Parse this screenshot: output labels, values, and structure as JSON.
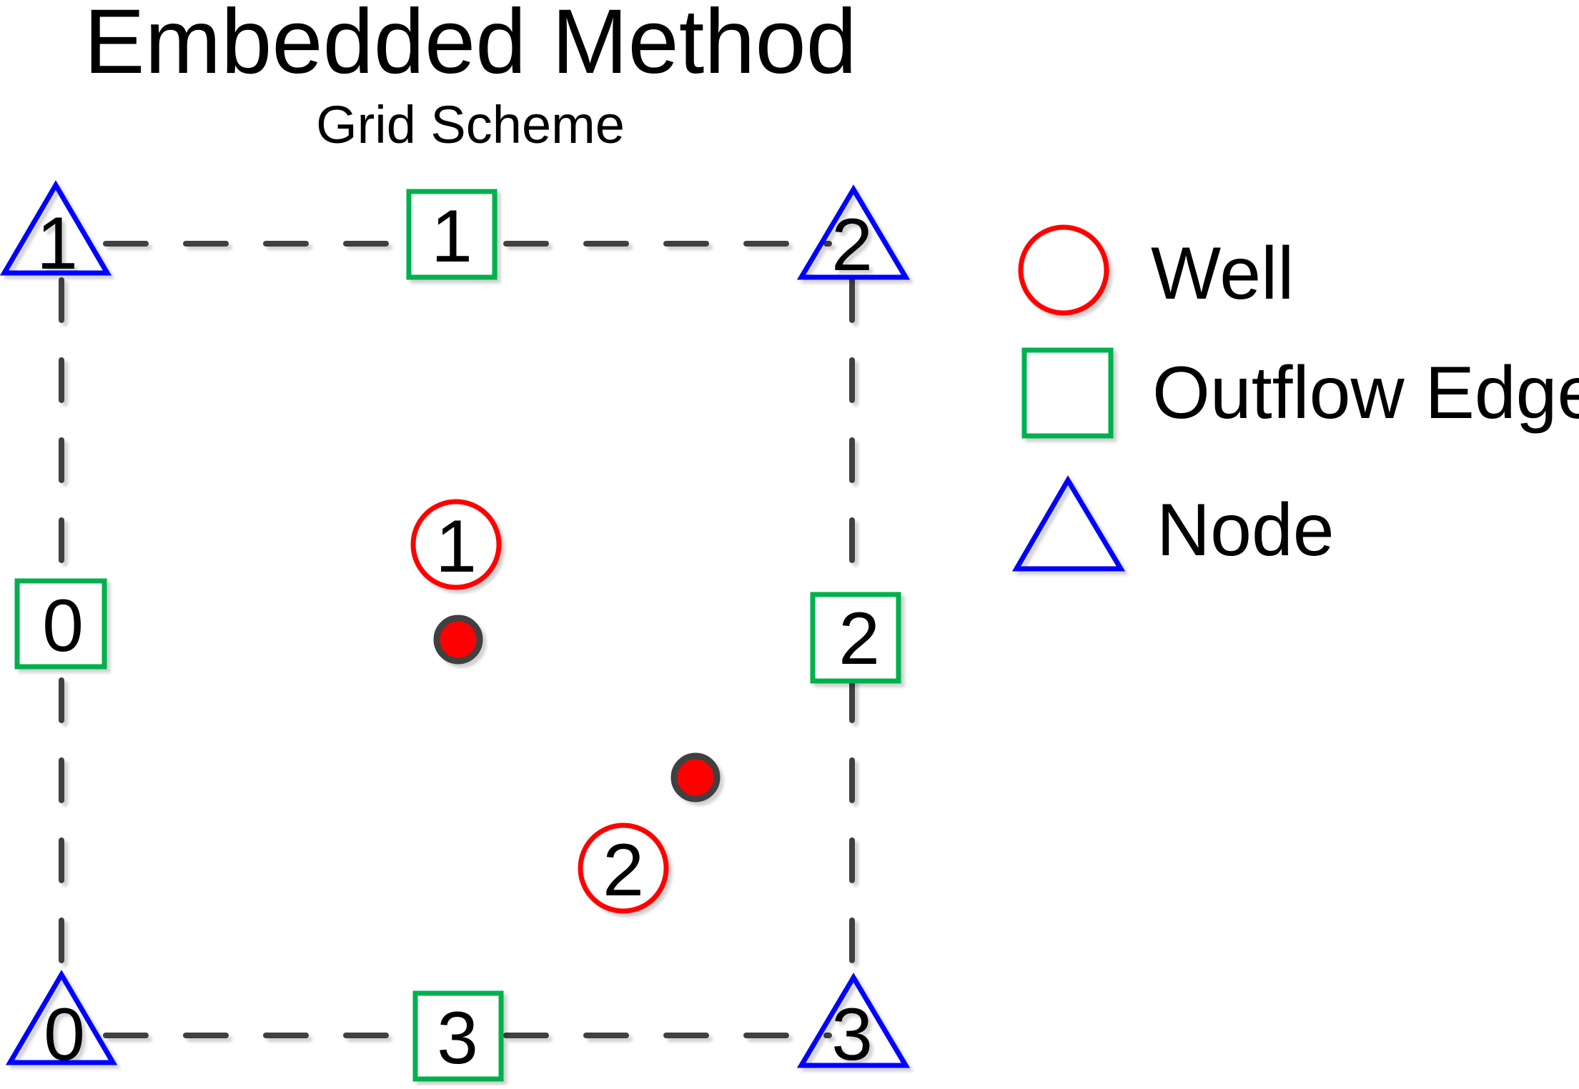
{
  "title": "Embedded Method",
  "subtitle": "Grid Scheme",
  "colors": {
    "grid_line": "#404040",
    "well": "#ff0000",
    "edge": "#00b050",
    "node": "#0000ff",
    "dot_fill": "#ff0000",
    "dot_stroke": "#404040"
  },
  "nodes": [
    {
      "label": "1"
    },
    {
      "label": "2"
    },
    {
      "label": "0"
    },
    {
      "label": "3"
    }
  ],
  "edges": [
    {
      "label": "1"
    },
    {
      "label": "0"
    },
    {
      "label": "2"
    },
    {
      "label": "3"
    }
  ],
  "wells": [
    {
      "label": "1"
    },
    {
      "label": "2"
    }
  ],
  "legend": {
    "well": "Well",
    "edge": "Outflow Edge",
    "node": "Node"
  }
}
